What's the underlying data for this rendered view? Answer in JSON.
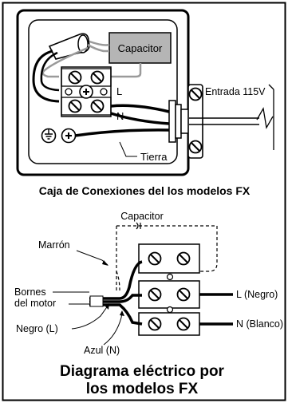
{
  "diagram1": {
    "capacitor_label": "Capacitor",
    "L_label": "L",
    "N_label": "N",
    "input_label": "Entrada 115V",
    "ground_label": "Tierra",
    "caption": "Caja de Conexiones del los modelos FX"
  },
  "diagram2": {
    "capacitor_label": "Capacitor",
    "marron_label": "Marrón",
    "bornes_line1": "Bornes",
    "bornes_line2": "del motor",
    "negro_l_label": "Negro (L)",
    "azul_n_label": "Azul (N)",
    "l_negro_label": "L (Negro)",
    "n_blanco_label": "N (Blanco)",
    "title_line1": "Diagrama eléctrico por",
    "title_line2": "los modelos FX"
  }
}
